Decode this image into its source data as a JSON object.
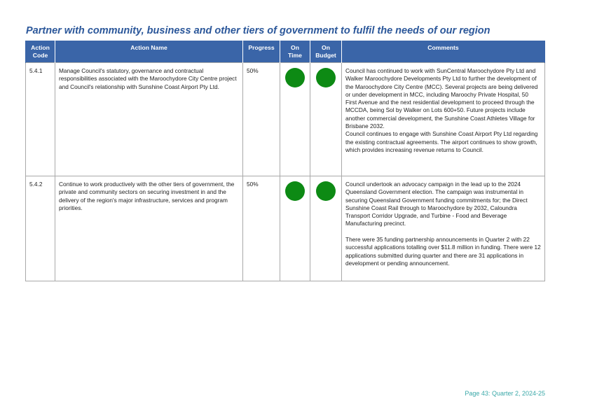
{
  "title": "Partner with community, business and other tiers of government to fulfil the needs of our region",
  "table": {
    "headers": {
      "action_code": "Action\nCode",
      "action_name": "Action Name",
      "progress": "Progress",
      "on_time": "On\nTime",
      "on_budget": "On\nBudget",
      "comments": "Comments"
    },
    "rows": [
      {
        "code": "5.4.1",
        "name": "Manage Council's statutory, governance and contractual responsibilities associated with the Maroochydore City Centre project and Council's relationship with Sunshine Coast Airport Pty Ltd.",
        "progress": "50%",
        "on_time_status": "green",
        "on_budget_status": "green",
        "comments": "Council has continued to work with SunCentral Maroochydore Pty Ltd and Walker Maroochydore Developments Pty Ltd to further the development of the Maroochydore City Centre (MCC). Several projects are being delivered or under development in MCC, including Maroochy Private Hospital, 50 First Avenue and the next residential development to proceed through the MCCDA, being Sol by Walker on Lots 600+50. Future projects include another commercial development, the Sunshine Coast Athletes Village for Brisbane 2032.\nCouncil continues to engage with Sunshine Coast Airport Pty Ltd regarding the existing contractual agreements. The airport continues to show growth, which provides increasing revenue returns to Council."
      },
      {
        "code": "5.4.2",
        "name": "Continue to work productively with the other tiers of government, the private and community sectors on securing investment in and the delivery of the region's major infrastructure, services and program priorities.",
        "progress": "50%",
        "on_time_status": "green",
        "on_budget_status": "green",
        "comments": "Council undertook an advocacy campaign in the lead up to the 2024 Queensland Government election. The campaign was instrumental in securing Queensland Government funding commitments for; the Direct Sunshine Coast Rail through to Maroochydore by 2032, Caloundra Transport Corridor Upgrade, and Turbine - Food and Beverage Manufacturing precinct.\n\nThere were 35 funding partnership announcements in Quarter 2 with 22 successful applications totalling over $11.8 million in funding. There were 12 applications submitted during quarter and there are 31 applications in development or pending announcement."
      }
    ]
  },
  "status_colors": {
    "green": "#0d8a14"
  },
  "footer": "Page 43: Quarter 2, 2024-25"
}
